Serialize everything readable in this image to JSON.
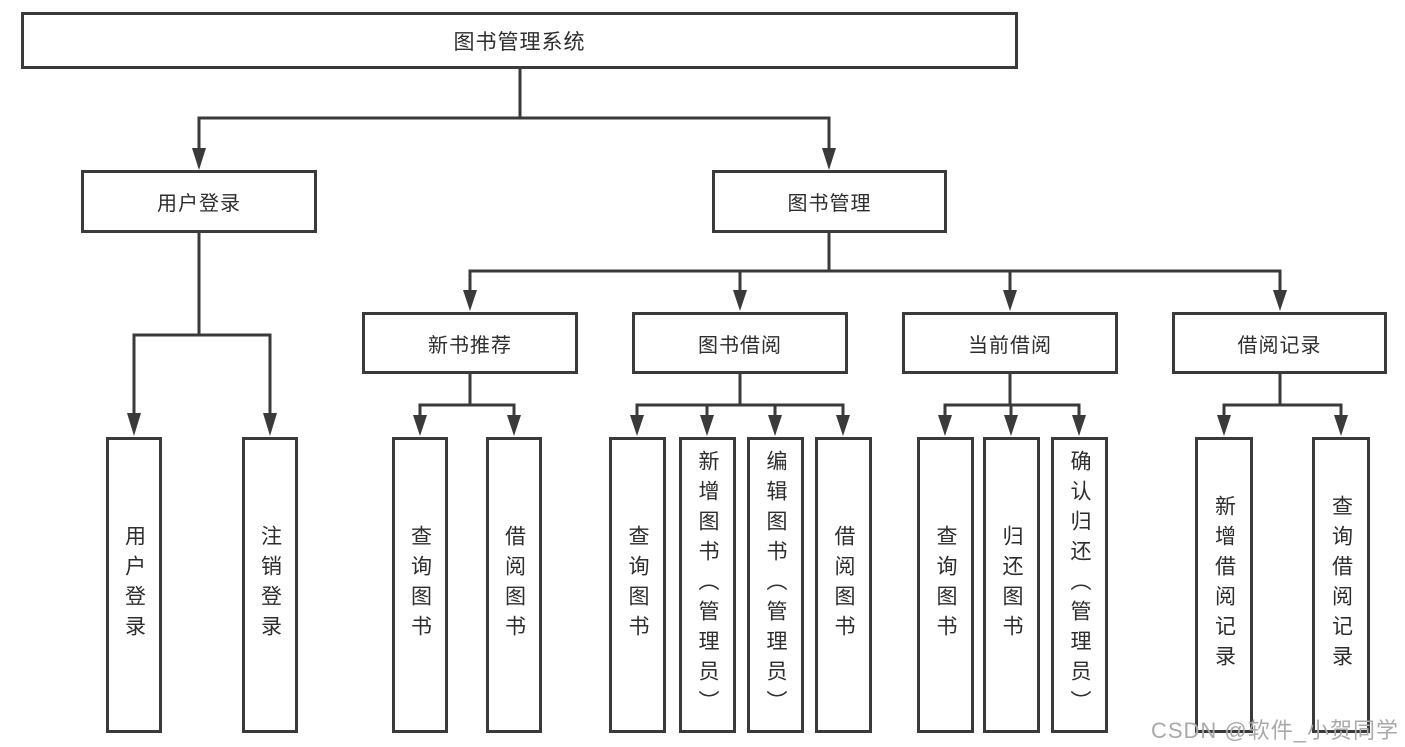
{
  "colors": {
    "line": "#3a3a3a",
    "text": "#2d2d2d",
    "watermark": "#a9a9a9",
    "background": "#ffffff"
  },
  "watermark": {
    "text": "CSDN @软件_小贺同学"
  },
  "tree": {
    "root": {
      "label": "图书管理系统"
    },
    "children": [
      {
        "label": "用户登录",
        "children": [
          {
            "label": "用户登录"
          },
          {
            "label": "注销登录"
          }
        ]
      },
      {
        "label": "图书管理",
        "children": [
          {
            "label": "新书推荐",
            "children": [
              {
                "label": "查询图书"
              },
              {
                "label": "借阅图书"
              }
            ]
          },
          {
            "label": "图书借阅",
            "children": [
              {
                "label": "查询图书"
              },
              {
                "label": "新增图书（管理员）"
              },
              {
                "label": "编辑图书（管理员）"
              },
              {
                "label": "借阅图书"
              }
            ]
          },
          {
            "label": "当前借阅",
            "children": [
              {
                "label": "查询图书"
              },
              {
                "label": "归还图书"
              },
              {
                "label": "确认归还（管理员）"
              }
            ]
          },
          {
            "label": "借阅记录",
            "children": [
              {
                "label": "新增借阅记录"
              },
              {
                "label": "查询借阅记录"
              }
            ]
          }
        ]
      }
    ]
  }
}
